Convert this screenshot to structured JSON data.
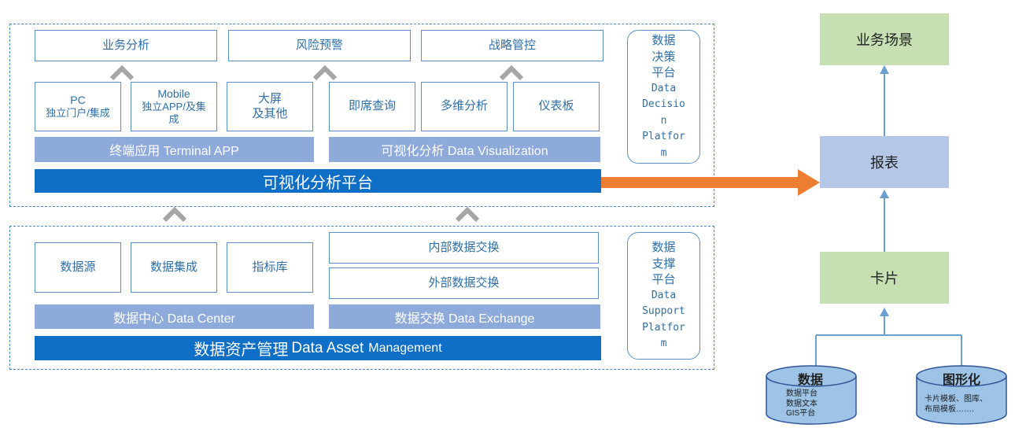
{
  "top_platform": {
    "scenarios": [
      "业务分析",
      "风险预警",
      "战略管控"
    ],
    "apps": {
      "pc": {
        "line1": "PC",
        "line2": "独立门户/集成"
      },
      "mobile": {
        "line1": "Mobile",
        "line2": "独立APP/及集成"
      },
      "bigscreen": {
        "line1": "大屏",
        "line2": "及其他"
      }
    },
    "viz": [
      "即席查询",
      "多维分析",
      "仪表板"
    ],
    "terminal_bar": "终端应用 Terminal APP",
    "viz_bar": "可视化分析 Data Visualization",
    "platform_bar": "可视化分析平台",
    "side": [
      "数据",
      "决策",
      "平台",
      "Data",
      "Decisio",
      "n",
      "Platfor",
      "m"
    ]
  },
  "bottom_platform": {
    "sources": [
      "数据源",
      "数据集成",
      "指标库"
    ],
    "exchange": [
      "内部数据交换",
      "外部数据交换"
    ],
    "center_bar": "数据中心 Data Center",
    "exchange_bar": "数据交换 Data  Exchange",
    "asset_bar_zh": "数据资产管理",
    "asset_bar_en1": "Data Asset",
    "asset_bar_en2": "Management",
    "side": [
      "数据",
      "支撑",
      "平台",
      "Data",
      "Support",
      "Platfor",
      "m"
    ]
  },
  "right_flow": {
    "business": "业务场景",
    "report": "报表",
    "card": "卡片",
    "db_data": {
      "title": "数据",
      "lines": [
        "数据平台",
        "数据文本",
        "GIS平台"
      ]
    },
    "db_graphic": {
      "title": "图形化",
      "lines": [
        "卡片模板、图库、",
        "布局模板……."
      ]
    }
  },
  "colors": {
    "dashed": "#4a86c5",
    "light_bar": "#8eaadb",
    "dark_bar": "#0f6fc6",
    "arrow_orange": "#ed7d31",
    "green": "#c6e0b4",
    "blue_box": "#b4c7e7",
    "db_fill": "#9dc3e6"
  },
  "icons": [
    "chevron-up-icon",
    "arrow-right-icon",
    "arrow-up-icon"
  ]
}
